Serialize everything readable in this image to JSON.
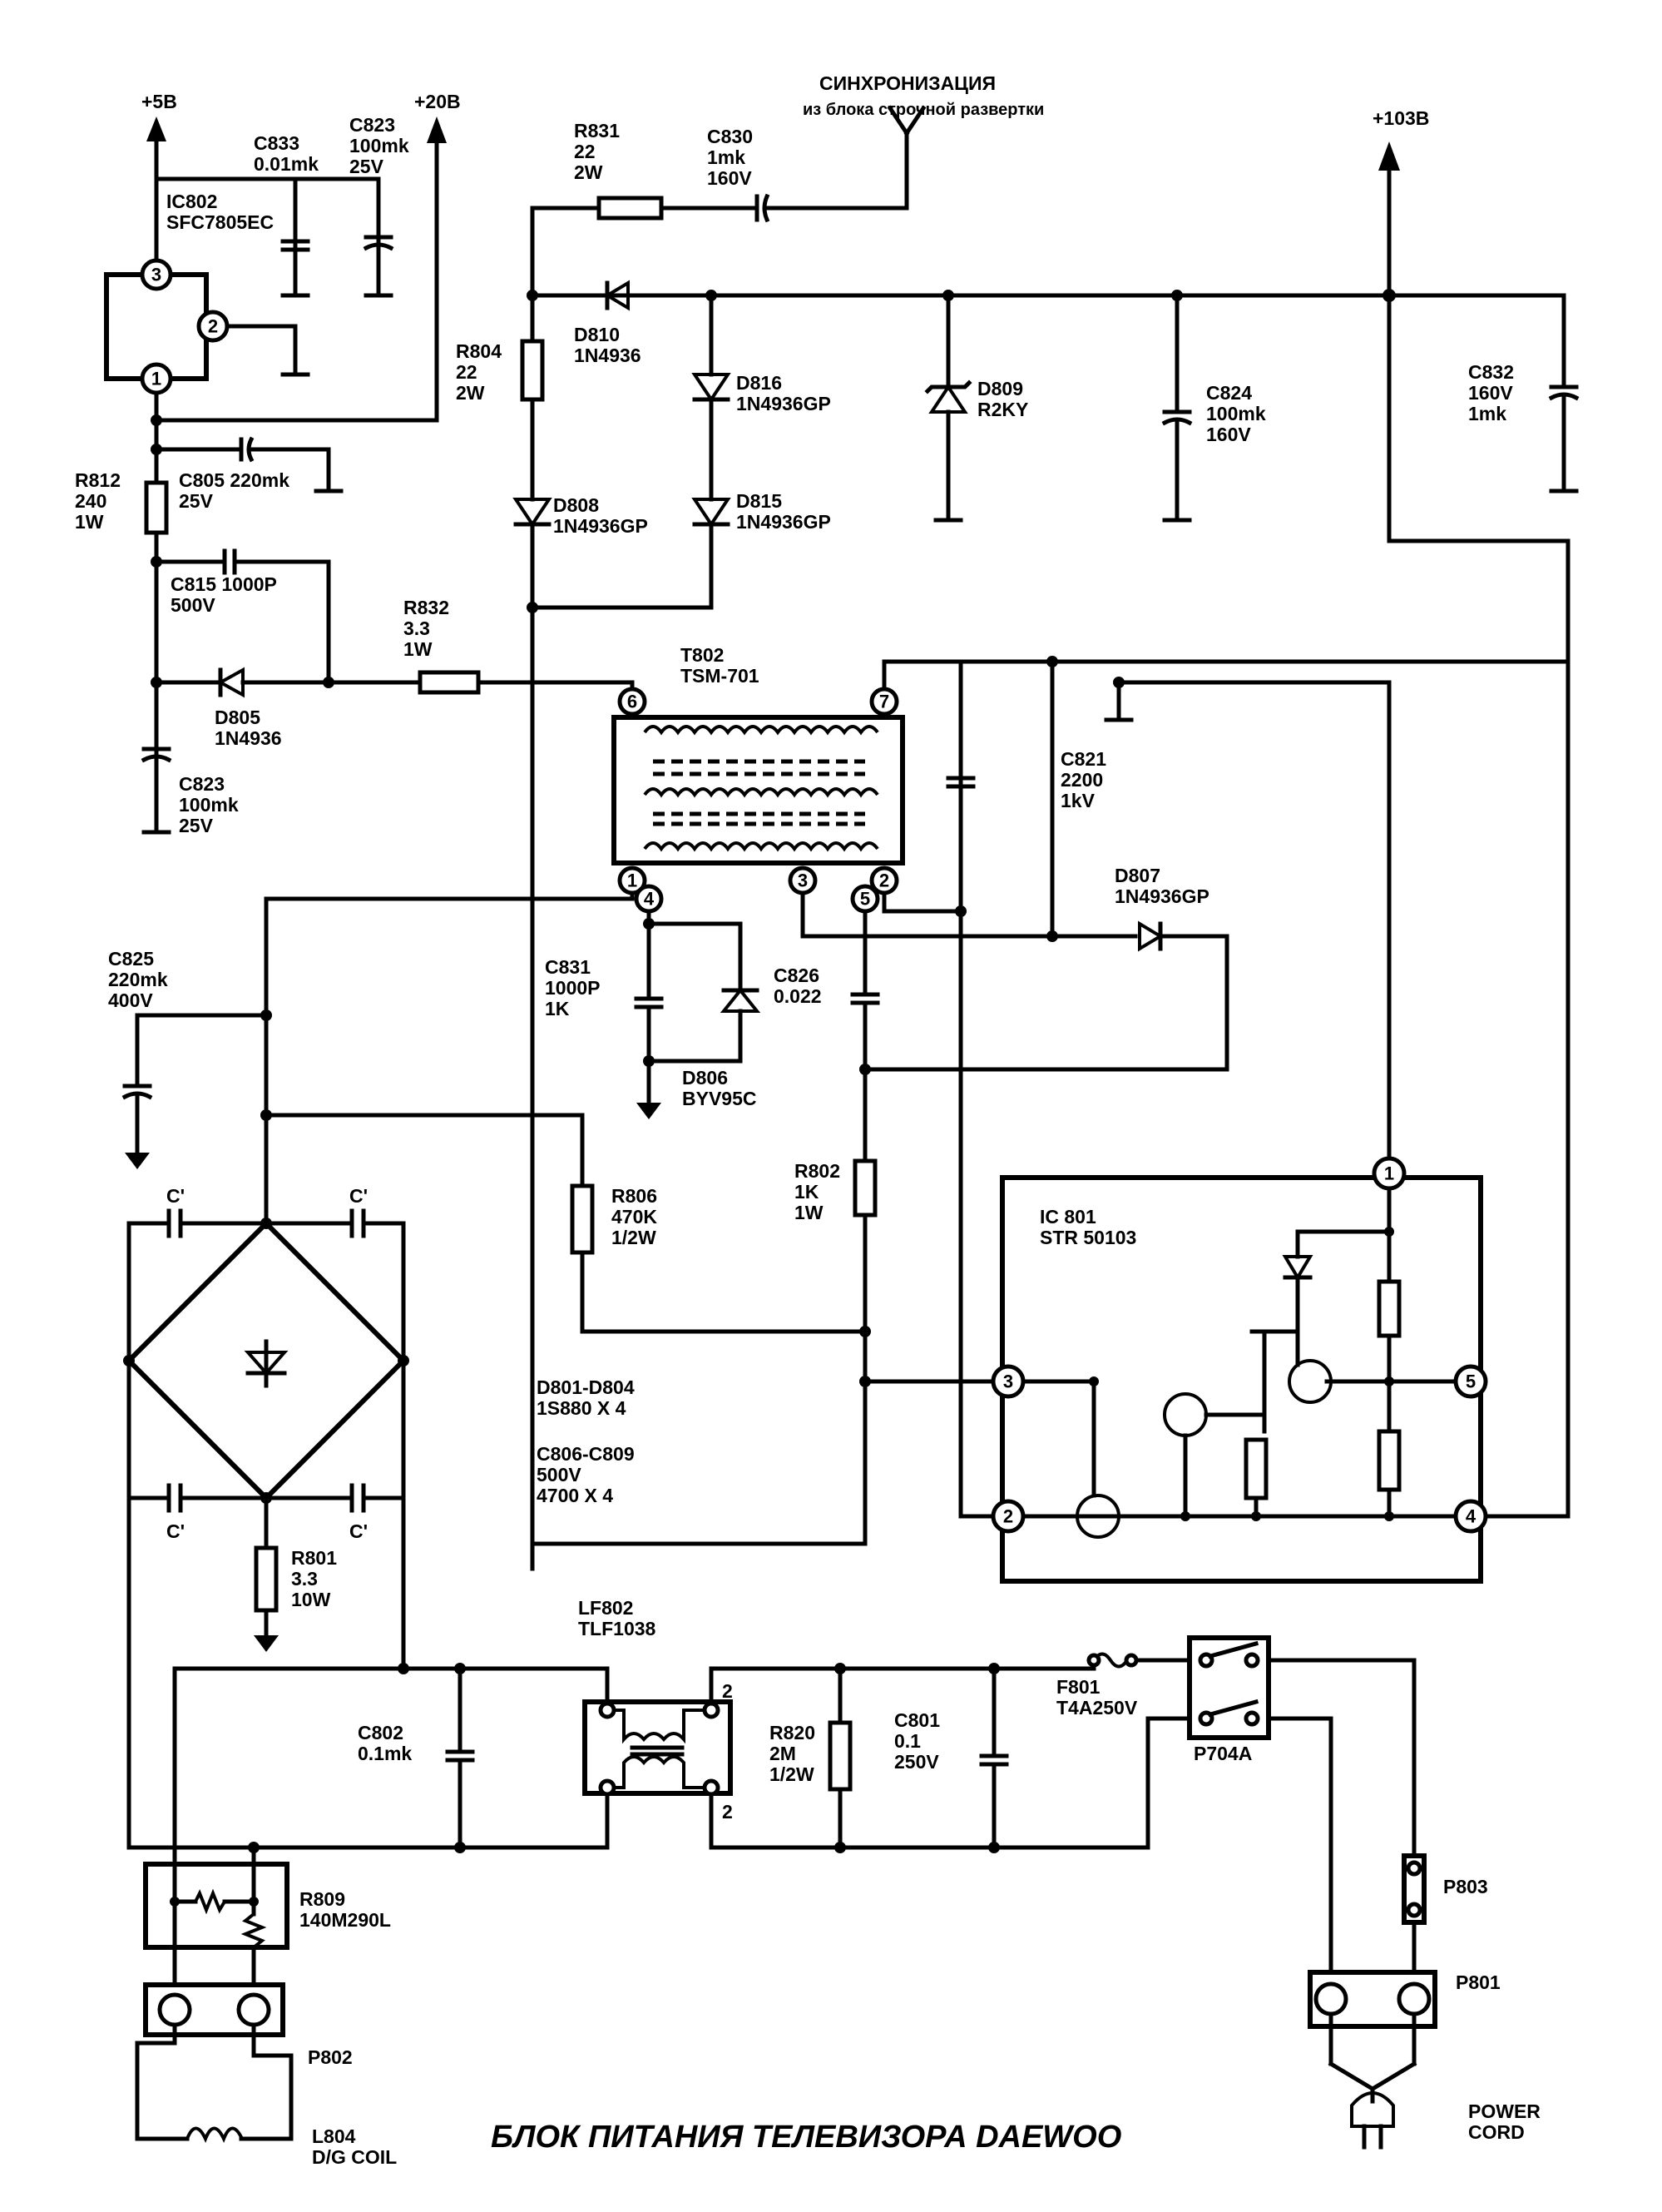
{
  "title": "БЛОК ПИТАНИЯ ТЕЛЕВИЗОРА DAEWOO",
  "sync": {
    "line1": "СИНХРОНИЗАЦИЯ",
    "line2": "из блока строчной развертки"
  },
  "rails": {
    "v5": "+5В",
    "v20": "+20В",
    "v103": "+103В"
  },
  "labels": [
    "IC802",
    "SFC7805EC",
    "C833",
    "0.01mk",
    "C823",
    "100mk",
    "25V",
    "R812",
    "240",
    "1W",
    "C805 220mk",
    "25V",
    "C815 1000P",
    "500V",
    "D805",
    "1N4936",
    "C823",
    "100mk",
    "25V",
    "R832",
    "3.3",
    "1W",
    "R831",
    "22",
    "2W",
    "C830",
    "1mk",
    "160V",
    "R804",
    "22",
    "2W",
    "D810",
    "1N4936",
    "D816",
    "1N4936GP",
    "D808",
    "1N4936GP",
    "D815",
    "1N4936GP",
    "D809",
    "R2KY",
    "C824",
    "100mk",
    "160V",
    "C832",
    "160V",
    "1mk",
    "T802",
    "TSM-701",
    "C821",
    "2200",
    "1kV",
    "D807",
    "1N4936GP",
    "C825",
    "220mk",
    "400V",
    "C831",
    "1000P",
    "1K",
    "C826",
    "0.022",
    "D806",
    "BYV95C",
    "R806",
    "470K",
    "1/2W",
    "R802",
    "1K",
    "1W",
    "IC 801",
    "STR 50103",
    "D801-D804",
    "1S880 X 4",
    "C806-C809",
    "500V",
    "4700 X 4",
    "C'",
    "C'",
    "C'",
    "C'",
    "R801",
    "3.3",
    "10W",
    "LF802",
    "TLF1038",
    "C802",
    "0.1mk",
    "R820",
    "2M",
    "1/2W",
    "C801",
    "0.1",
    "250V",
    "F801",
    "T4A250V",
    "P704A",
    "P803",
    "R809",
    "140M290L",
    "P802",
    "P801",
    "L804",
    "D/G COIL",
    "POWER",
    "CORD",
    "2",
    "2"
  ],
  "pins": [
    "3",
    "2",
    "1",
    "6",
    "7",
    "1",
    "4",
    "3",
    "5",
    "2",
    "1",
    "3",
    "5",
    "2",
    "4"
  ]
}
